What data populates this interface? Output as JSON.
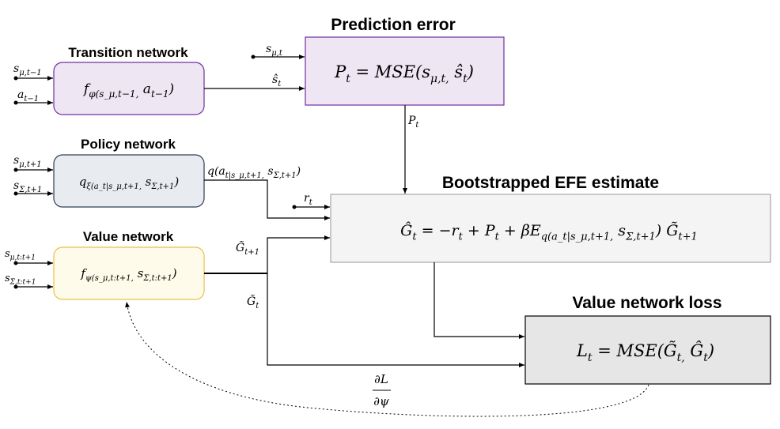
{
  "titles": {
    "transition": "Transition network",
    "policy": "Policy network",
    "value": "Value network",
    "prediction": "Prediction error",
    "efe": "Bootstrapped EFE estimate",
    "loss": "Value network loss"
  },
  "boxes": {
    "transition": "f_φ(s_μ,t−1, a_t−1)",
    "policy": "q_ξ(a_t|s_μ,t+1, s_Σ,t+1)",
    "value": "f_ψ(s_μ,t:t+1, s_Σ,t:t+1)",
    "prediction": "P_t = MSE(s_μ,t, ŝ_t)",
    "efe": "Ĝ_t = −r_t + P_t + βE_q(a_t|s_μ,t+1, s_Σ,t+1) G̃_t+1",
    "loss": "L_t = MSE(G̃_t, Ĝ_t)"
  },
  "inputs": {
    "transition": [
      "s_μ,t−1",
      "a_t−1"
    ],
    "policy": [
      "s_μ,t+1",
      "s_Σ,t+1"
    ],
    "value": [
      "s_μ,t:t+1",
      "s_Σ,t:t+1"
    ]
  },
  "edges": {
    "s_mu_t": "s_μ,t",
    "s_hat_t": "ŝ_t",
    "P_t": "P_t",
    "q_label": "q(a_t|s_μ,t+1, s_Σ,t+1)",
    "r_t": "r_t",
    "G_tilde_t1": "G̃_t+1",
    "G_tilde_t": "G̃_t",
    "gradient": "∂L/∂ψ"
  },
  "colors": {
    "transition_fill": "#efe6f4",
    "transition_stroke": "#7030a0",
    "policy_fill": "#e8ebef",
    "policy_stroke": "#2f3d56",
    "value_fill": "#fffbea",
    "value_stroke": "#e8c14a",
    "prediction_fill": "#efe6f4",
    "prediction_stroke": "#7030a0",
    "efe_fill": "#f4f4f4",
    "efe_stroke": "#a6a6a6",
    "loss_fill": "#e6e6e6",
    "loss_stroke": "#000000"
  }
}
